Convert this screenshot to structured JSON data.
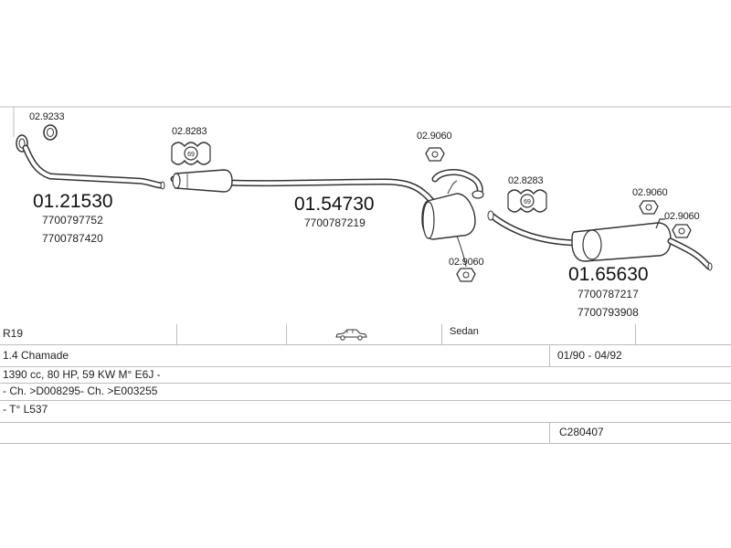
{
  "parts": [
    {
      "number": "01.21530",
      "refs": [
        "7700797752",
        "7700787420"
      ]
    },
    {
      "number": "01.54730",
      "refs": [
        "7700787219"
      ]
    },
    {
      "number": "01.65630",
      "refs": [
        "7700787217",
        "7700793908"
      ]
    }
  ],
  "accessories": {
    "gasket": "02.9233",
    "clamp_a": "02.8283",
    "clamp_b": "02.8283",
    "hanger_a": "02.9060",
    "hanger_b": "02.9060",
    "hanger_c": "02.9060",
    "hanger_d": "02.9060",
    "clamp_badge": "69"
  },
  "table": {
    "model": "R19",
    "body_type": "Sedan",
    "variant": "1.4 Chamade",
    "date_range": "01/90 - 04/92",
    "engine": "1390 cc, 80 HP, 59 KW M° E6J -",
    "chassis": "- Ch. >D008295- Ch. >E003255",
    "note": "- T° L537",
    "code": "C280407"
  },
  "icons": {
    "vehicle": "sedan-car-icon"
  }
}
